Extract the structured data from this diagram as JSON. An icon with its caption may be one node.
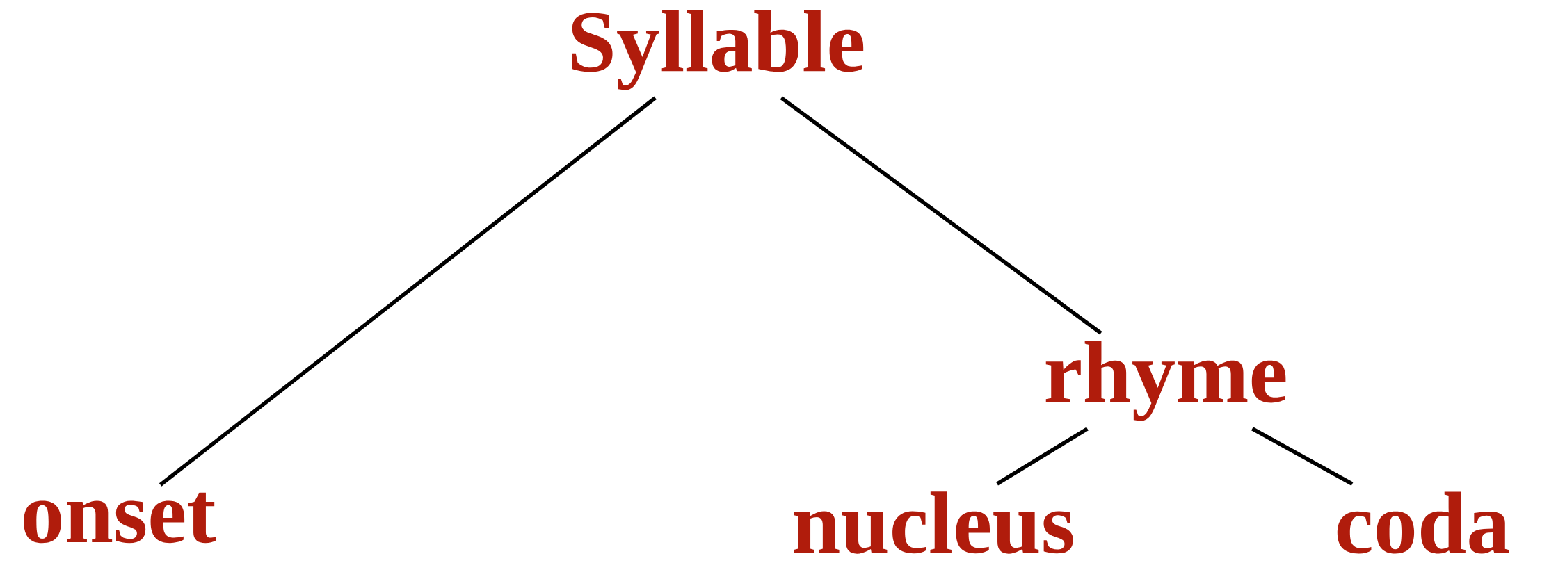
{
  "diagram": {
    "nodes": [
      {
        "text": [
          "Syllable"
        ]
      },
      {
        "text": [
          "onset"
        ]
      },
      {
        "text": [
          "rhyme"
        ]
      },
      {
        "text": [
          "nucleus"
        ]
      },
      {
        "text": [
          "coda"
        ]
      }
    ],
    "edges": [
      {
        "from": 0,
        "to": 1,
        "arrow": "none"
      },
      {
        "from": 0,
        "to": 2,
        "arrow": "none"
      },
      {
        "from": 2,
        "to": 3,
        "arrow": "none"
      },
      {
        "from": 2,
        "to": 4,
        "arrow": "none"
      }
    ]
  }
}
